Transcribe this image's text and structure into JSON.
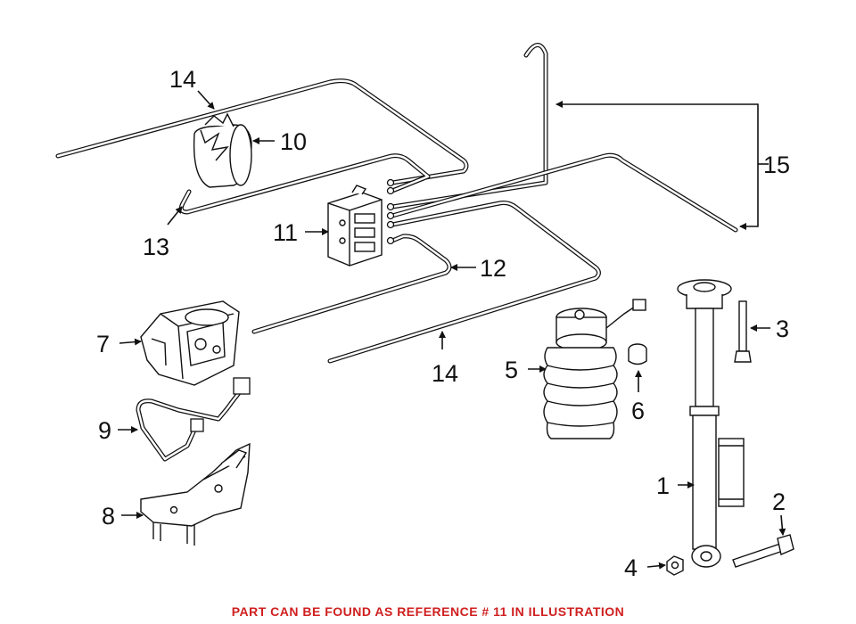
{
  "callouts": {
    "c1": "1",
    "c2": "2",
    "c3": "3",
    "c4": "4",
    "c5": "5",
    "c6": "6",
    "c7": "7",
    "c8": "8",
    "c9": "9",
    "c10": "10",
    "c11": "11",
    "c12": "12",
    "c13": "13",
    "c14a": "14",
    "c14b": "14",
    "c15": "15"
  },
  "footer": {
    "note": "PART CAN BE FOUND AS REFERENCE # 11 IN ILLUSTRATION"
  },
  "colors": {
    "line": "#111111",
    "note": "#d01f1f",
    "background": "#ffffff"
  }
}
